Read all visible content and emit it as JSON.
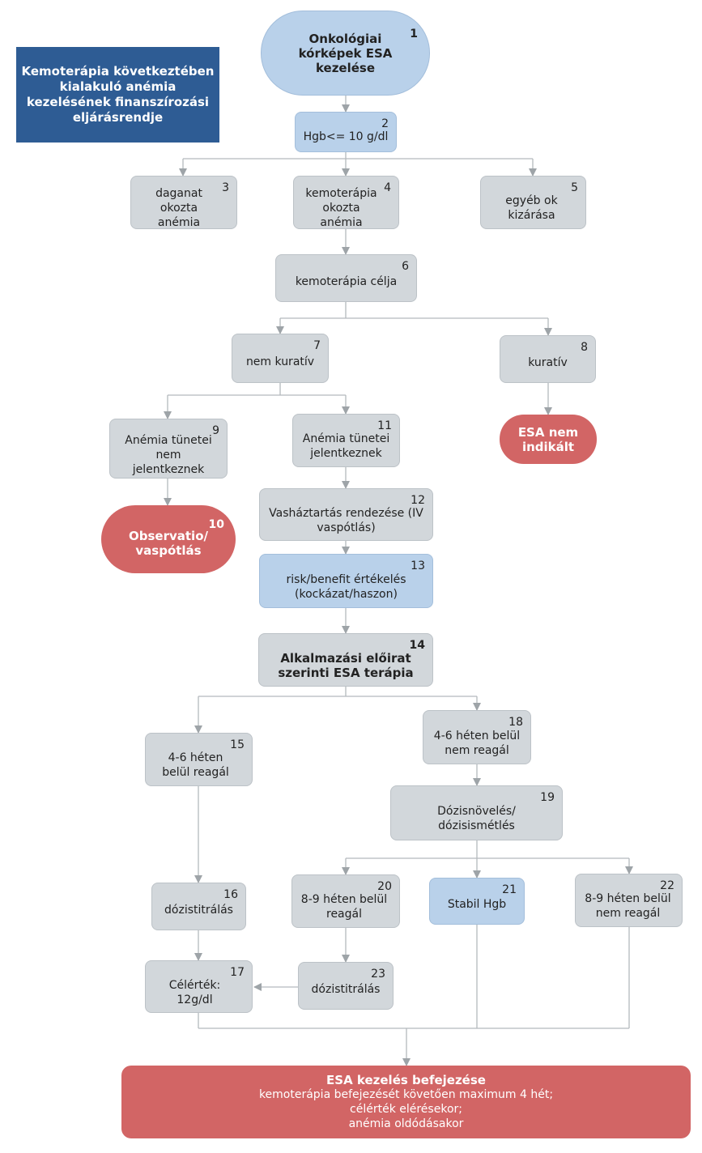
{
  "title": "Kemoterápia következtében kialakuló anémia kezelésének finanszírozási eljárásrendje",
  "nodes": {
    "n1": {
      "num": "1",
      "text": "Onkológiai kórképek ESA kezelése"
    },
    "n2": {
      "num": "2",
      "text": "Hgb<= 10 g/dl"
    },
    "n3": {
      "num": "3",
      "text": "daganat okozta anémia"
    },
    "n4": {
      "num": "4",
      "text": "kemoterápia okozta anémia"
    },
    "n5": {
      "num": "5",
      "text": "egyéb ok kizárása"
    },
    "n6": {
      "num": "6",
      "text": "kemoterápia célja"
    },
    "n7": {
      "num": "7",
      "text": "nem kuratív"
    },
    "n8": {
      "num": "8",
      "text": "kuratív"
    },
    "n8b": {
      "text": "ESA nem indikált"
    },
    "n9": {
      "num": "9",
      "text": "Anémia tünetei nem jelentkeznek"
    },
    "n10": {
      "num": "10",
      "text": "Observatio/ vaspótlás"
    },
    "n11": {
      "num": "11",
      "text": "Anémia tünetei jelentkeznek"
    },
    "n12": {
      "num": "12",
      "text": "Vasháztartás rendezése (IV vaspótlás)"
    },
    "n13": {
      "num": "13",
      "text": "risk/benefit értékelés (kockázat/haszon)"
    },
    "n14": {
      "num": "14",
      "text": "Alkalmazási előirat szerinti ESA terápia"
    },
    "n15": {
      "num": "15",
      "text": "4-6 héten belül reagál"
    },
    "n16": {
      "num": "16",
      "text": "dózistitrálás"
    },
    "n17": {
      "num": "17",
      "text": "Célérték: 12g/dl"
    },
    "n18": {
      "num": "18",
      "text": "4-6 héten belül nem reagál"
    },
    "n19": {
      "num": "19",
      "text": "Dózisnövelés/ dózisismétlés"
    },
    "n20": {
      "num": "20",
      "text": "8-9 héten belül reagál"
    },
    "n21": {
      "num": "21",
      "text": "Stabil Hgb"
    },
    "n22": {
      "num": "22",
      "text": "8-9 héten belül nem reagál"
    },
    "n23": {
      "num": "23",
      "text": "dózistitrálás"
    }
  },
  "final": {
    "title": "ESA kezelés befejezése",
    "lines": [
      "kemoterápia befejezését követően maximum 4 hét;",
      "célérték elérésekor;",
      "anémia oldódásakor"
    ]
  },
  "colors": {
    "grey_box": "#d2d7db",
    "blue_box": "#b9d1ea",
    "red_box": "#d26565",
    "title_box": "#2e5c94",
    "connector": "#9ea4a8"
  }
}
